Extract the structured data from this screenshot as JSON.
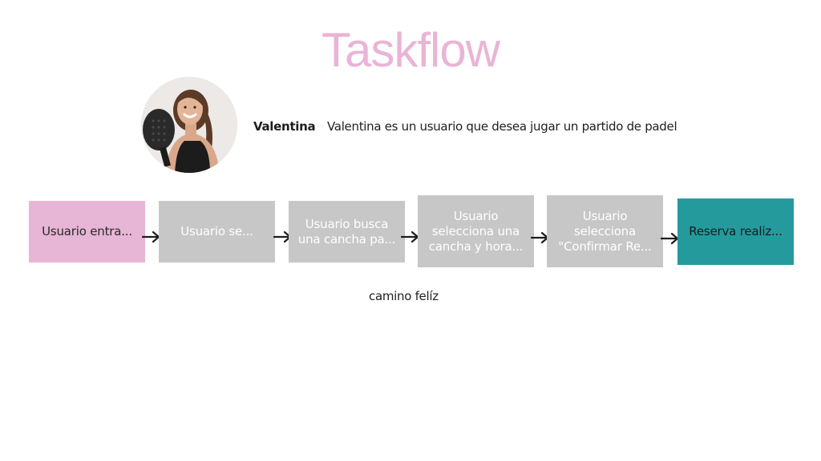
{
  "title": "Taskflow",
  "persona": {
    "name": "Valentina",
    "description": "Valentina es un usuario que desea jugar un partido de padel",
    "avatar_icon": "person-with-padel-racket-icon"
  },
  "steps": [
    {
      "label": "Usuario entra...",
      "color": "#e7b5d5"
    },
    {
      "label": "Usuario se...",
      "color": "#c7c7c7"
    },
    {
      "label": "Usuario busca\nuna cancha pa...",
      "color": "#c7c7c7"
    },
    {
      "label": "Usuario\nselecciona una\ncancha y hora...",
      "color": "#c7c7c7"
    },
    {
      "label": "Usuario\nselecciona\n\"Confirmar Re...",
      "color": "#c7c7c7"
    },
    {
      "label": "Reserva realiz...",
      "color": "#249a9d"
    }
  ],
  "caption": "camino felíz",
  "colors": {
    "title": "#eab4d6",
    "accent_start": "#e7b5d5",
    "accent_end": "#249a9d",
    "step_neutral": "#c7c7c7"
  }
}
